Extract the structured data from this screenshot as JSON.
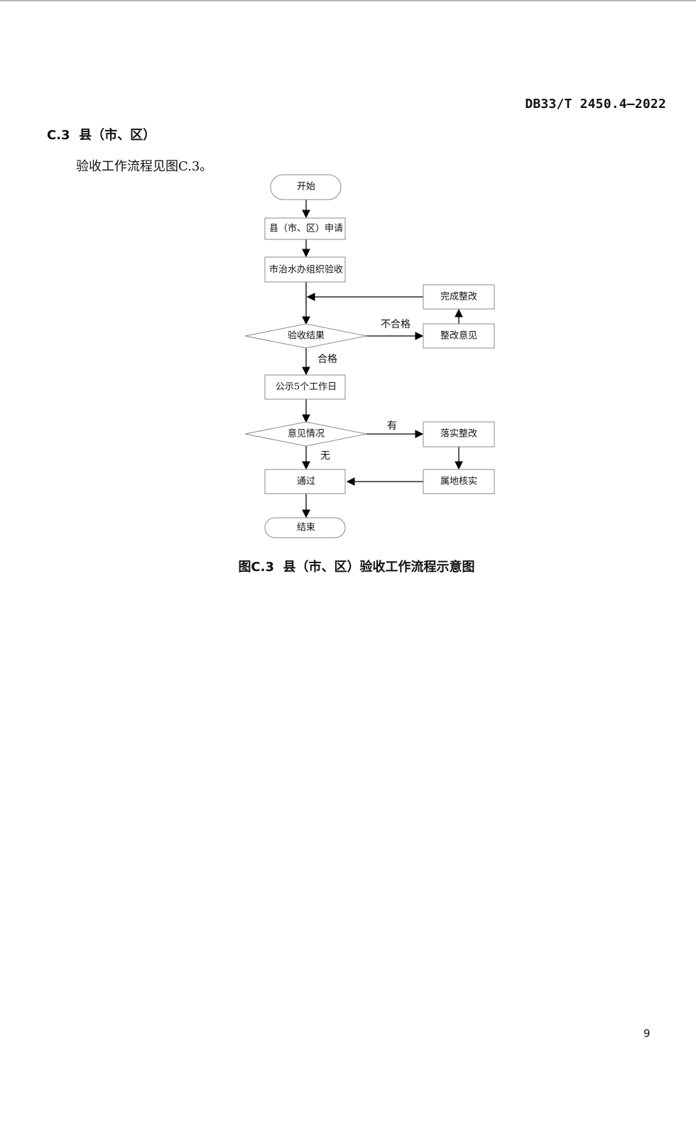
{
  "header": {
    "doc_code": "DB33/T 2450.4—2022"
  },
  "section": {
    "heading": "C.3  县（市、区）",
    "intro": "验收工作流程见图C.3。"
  },
  "flowchart": {
    "nodes": {
      "start": "开始",
      "apply": "县（市、区）申请",
      "organize": "市治水办组织验收",
      "result": "验收结果",
      "publicity": "公示5个工作日",
      "opinion": "意见情况",
      "pass": "通过",
      "end": "结束",
      "complete_rectify": "完成整改",
      "rectify_opinion": "整改意见",
      "implement_rectify": "落实整改",
      "local_verify": "属地核实"
    },
    "edges": {
      "fail": "不合格",
      "qualified": "合格",
      "has": "有",
      "none": "无"
    }
  },
  "figure": {
    "caption": "图C.3  县（市、区）验收工作流程示意图"
  },
  "footer": {
    "page_number": "9"
  }
}
